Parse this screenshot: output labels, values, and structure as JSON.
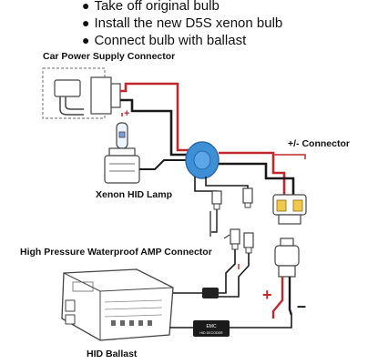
{
  "steps": [
    {
      "bullet": "●",
      "text": "Take off original bulb"
    },
    {
      "bullet": "●",
      "text": "Install the new D5S xenon bulb"
    },
    {
      "bullet": "●",
      "text": "Connect bulb with ballast"
    }
  ],
  "labels": {
    "power_connector": "Car Power Supply Connector",
    "pm_connector": "+/- Connector",
    "hid_lamp": "Xenon HID Lamp",
    "amp_connector": "High Pressure Waterproof AMP Connector",
    "hid_ballast": "HID Ballast"
  },
  "polarity": {
    "plus": "+",
    "minus": "–",
    "plus_small": "+"
  },
  "emc_module": {
    "line1": "EMC",
    "line2": "HID DECODER"
  },
  "colors": {
    "red_wire": "#c0282d",
    "black_wire": "#1a1a1a",
    "grommet": "#3d8fd6",
    "outline": "#555555"
  }
}
